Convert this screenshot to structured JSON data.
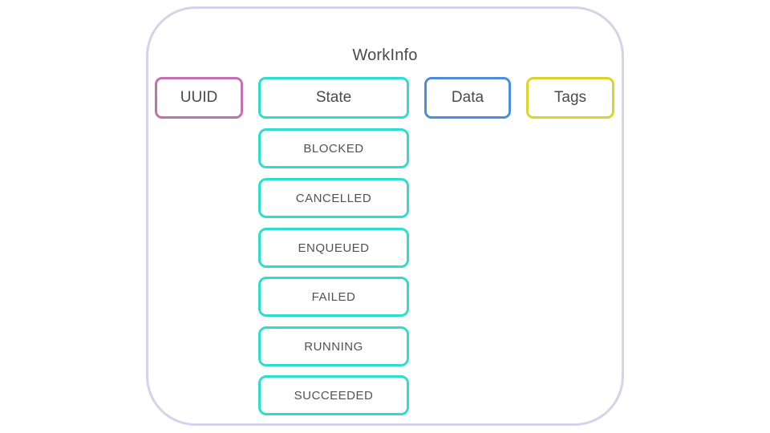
{
  "diagram": {
    "title": "WorkInfo",
    "frame_border_color": "#d7d2ea",
    "text_color": "#4a4a4a",
    "fields": [
      {
        "label": "UUID",
        "border_color": "#c36fb0"
      },
      {
        "label": "State",
        "border_color": "#2bdecd"
      },
      {
        "label": "Data",
        "border_color": "#4d8dde"
      },
      {
        "label": "Tags",
        "border_color": "#d8d62e"
      }
    ],
    "state_border_color": "#2bdecd",
    "state_values": [
      "BLOCKED",
      "CANCELLED",
      "ENQUEUED",
      "FAILED",
      "RUNNING",
      "SUCCEEDED"
    ]
  }
}
